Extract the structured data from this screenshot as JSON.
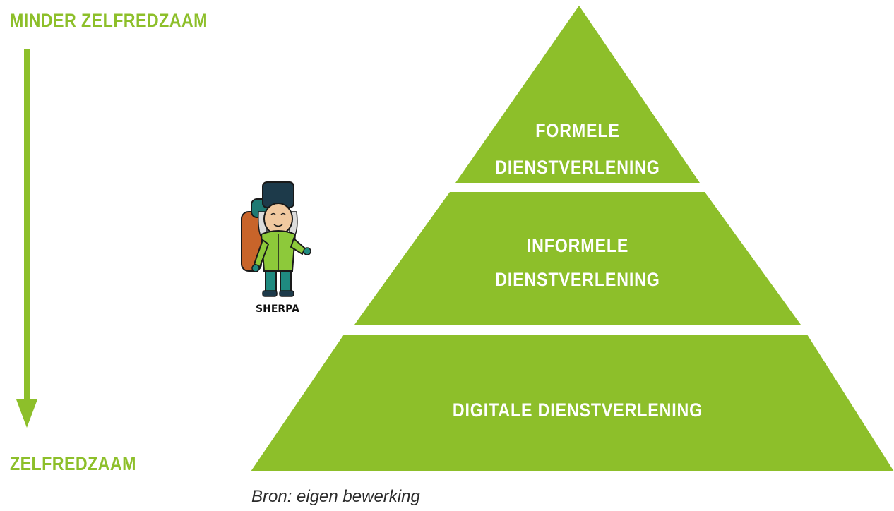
{
  "axis": {
    "top_label": "MINDER ZELFREDZAAM",
    "bottom_label": "ZELFREDZAAM",
    "color": "#8dbf2a"
  },
  "pyramid": {
    "color": "#8dbf2a",
    "layers": [
      {
        "lines": [
          "FORMELE",
          "DIENSTVERLENING"
        ]
      },
      {
        "lines": [
          "INFORMELE",
          "DIENSTVERLENING"
        ]
      },
      {
        "lines": [
          "DIGITALE DIENSTVERLENING"
        ]
      }
    ]
  },
  "mascot": {
    "name": "sherpa-mascot",
    "caption": "SHERPA"
  },
  "source": "Bron: eigen bewerking"
}
